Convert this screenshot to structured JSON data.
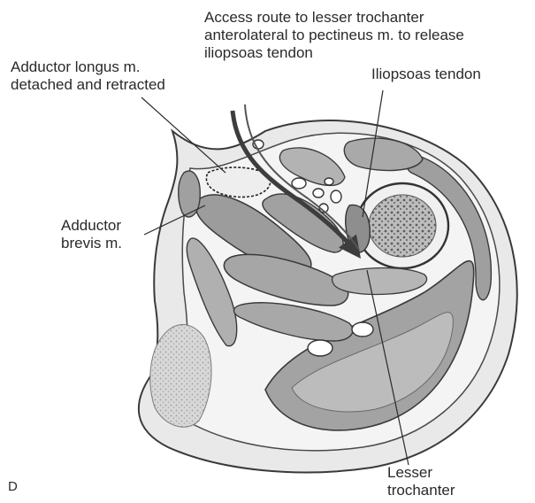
{
  "panel_letter": "D",
  "labels": {
    "access_route": {
      "line1": "Access route to lesser trochanter",
      "line2": "anterolateral to pectineus m. to release",
      "line3": "iliopsoas tendon"
    },
    "adductor_longus": {
      "line1": "Adductor longus m.",
      "line2": "detached and retracted"
    },
    "iliopsoas_tendon": {
      "line1": "Iliopsoas tendon"
    },
    "adductor_brevis": {
      "line1": "Adductor",
      "line2": "brevis m."
    },
    "lesser_trochanter": {
      "line1": "Lesser",
      "line2": "trochanter"
    }
  },
  "colors": {
    "muscle_fill": "#9a9a9a",
    "muscle_light": "#c4c4c4",
    "outline": "#3a3a3a",
    "arrow": "#3d3d3d",
    "bone_marrow": "#6e6e6e",
    "paper": "#ffffff"
  }
}
